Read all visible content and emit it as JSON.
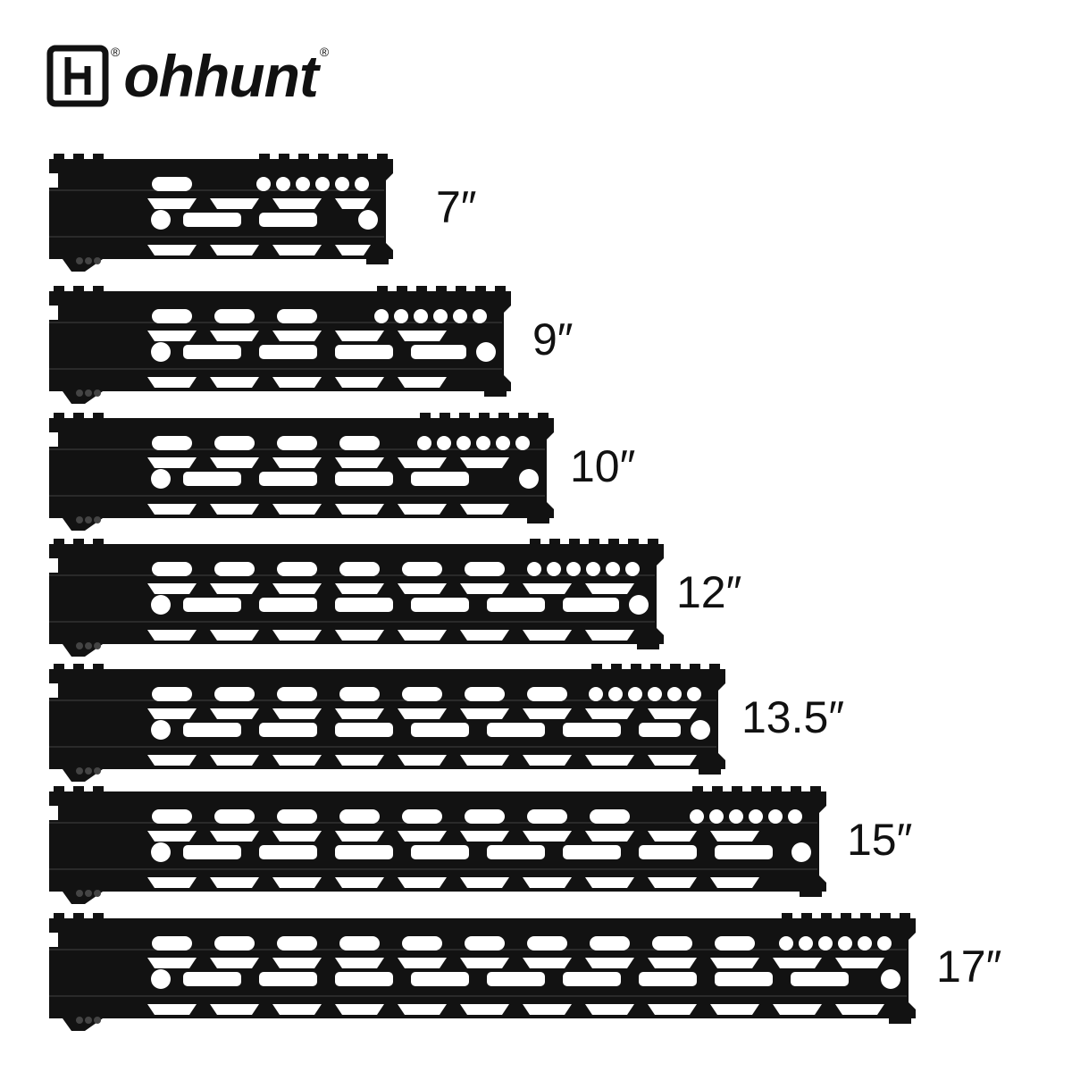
{
  "brand": {
    "name": "ohhunt",
    "registered_mark": "®"
  },
  "colors": {
    "product": "#121212",
    "background": "#ffffff",
    "text": "#111111"
  },
  "handguards": [
    {
      "size_label": "7″"
    },
    {
      "size_label": "9″"
    },
    {
      "size_label": "10″"
    },
    {
      "size_label": "12″"
    },
    {
      "size_label": "13.5″"
    },
    {
      "size_label": "15″"
    },
    {
      "size_label": "17″"
    }
  ]
}
